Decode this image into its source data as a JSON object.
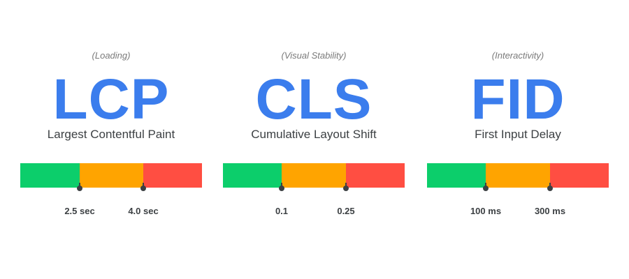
{
  "colors": {
    "good": "#0cce6b",
    "needs_improvement": "#ffa400",
    "poor": "#ff4e42",
    "accent": "#3b7ded"
  },
  "metrics": [
    {
      "category": "(Loading)",
      "abbr": "LCP",
      "name": "Largest Contentful Paint",
      "thresholds": [
        {
          "label": "2.5 sec",
          "fraction": 0.325
        },
        {
          "label": "4.0 sec",
          "fraction": 0.677
        }
      ]
    },
    {
      "category": "(Visual Stability)",
      "abbr": "CLS",
      "name": "Cumulative Layout Shift",
      "thresholds": [
        {
          "label": "0.1",
          "fraction": 0.323
        },
        {
          "label": "0.25",
          "fraction": 0.675
        }
      ]
    },
    {
      "category": "(Interactivity)",
      "abbr": "FID",
      "name": "First Input Delay",
      "thresholds": [
        {
          "label": "100 ms",
          "fraction": 0.323
        },
        {
          "label": "300 ms",
          "fraction": 0.677
        }
      ]
    }
  ]
}
